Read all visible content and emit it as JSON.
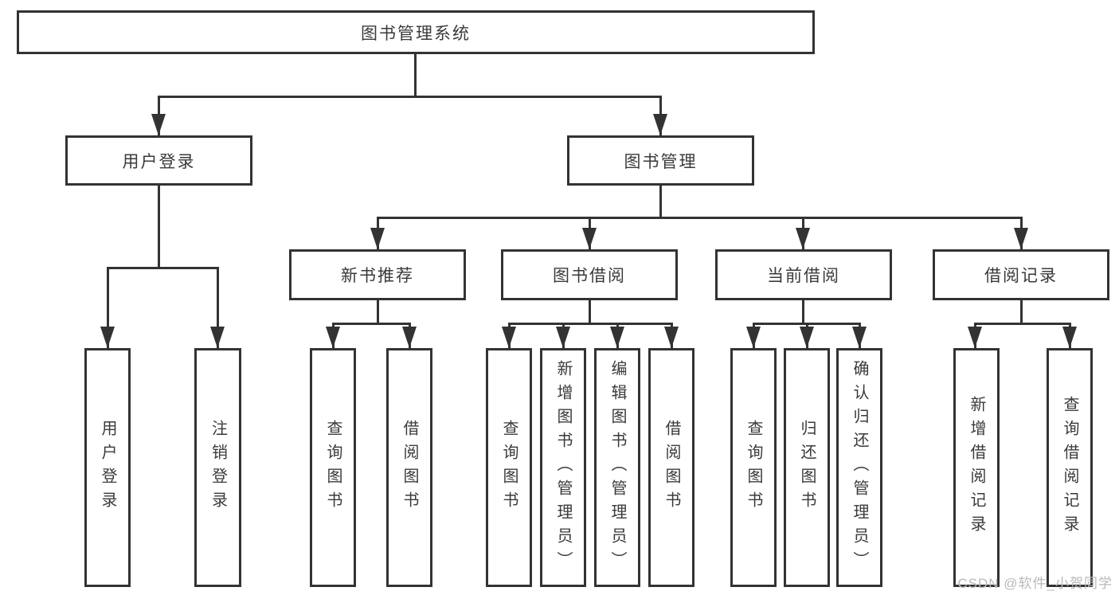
{
  "colors": {
    "line": "#333333",
    "text": "#3a3a3a",
    "background": "#ffffff",
    "watermark": "#b9b9b9"
  },
  "watermark": "CSDN @软件_小贺同学",
  "tree": {
    "root": "图书管理系统",
    "user": {
      "label": "用户登录",
      "children": [
        "用户登录",
        "注销登录"
      ]
    },
    "book": {
      "label": "图书管理",
      "sections": [
        {
          "label": "新书推荐",
          "children": [
            "查询图书",
            "借阅图书"
          ]
        },
        {
          "label": "图书借阅",
          "children": [
            "查询图书",
            "新增图书（管理员）",
            "编辑图书（管理员）",
            "借阅图书"
          ]
        },
        {
          "label": "当前借阅",
          "children": [
            "查询图书",
            "归还图书",
            "确认归还（管理员）"
          ]
        },
        {
          "label": "借阅记录",
          "children": [
            "新增借阅记录",
            "查询借阅记录"
          ]
        }
      ]
    }
  }
}
